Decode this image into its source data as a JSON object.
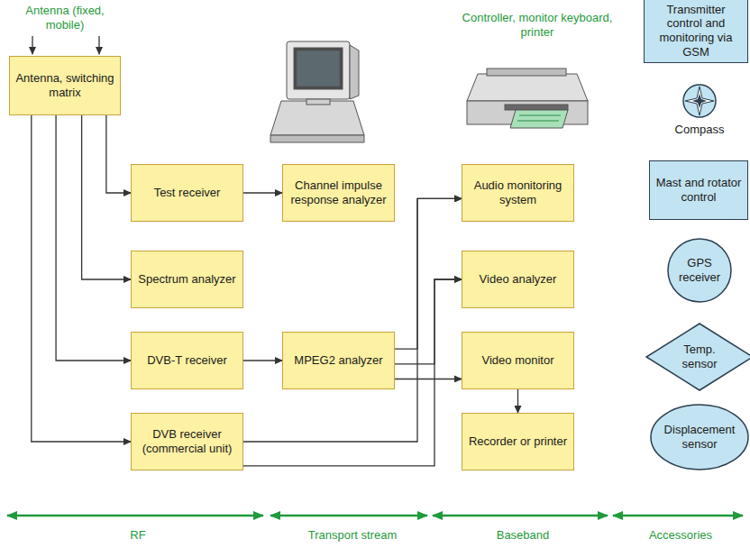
{
  "diagram": {
    "nodes": [
      {
        "text": [
          "Antenna, switching matrix"
        ]
      },
      {
        "text": [
          "Test receiver"
        ]
      },
      {
        "text": [
          "Channel impulse response analyzer"
        ]
      },
      {
        "text": [
          "Audio monitoring system"
        ]
      },
      {
        "text": [
          "Spectrum analyzer"
        ]
      },
      {
        "text": [
          "Video analyzer"
        ]
      },
      {
        "text": [
          "DVB-T receiver"
        ]
      },
      {
        "text": [
          "MPEG2 analyzer"
        ]
      },
      {
        "text": [
          "Video monitor"
        ]
      },
      {
        "text": [
          "DVB receiver (commercial unit)"
        ]
      },
      {
        "text": [
          "Recorder or printer"
        ]
      },
      {
        "text": [
          "Transmitter control and monitoring via GSM"
        ]
      },
      {
        "text": [
          "Mast and rotator control"
        ]
      },
      {
        "text": [
          "GPS receiver"
        ]
      },
      {
        "text": [
          "Temp. sensor"
        ]
      },
      {
        "text": [
          "Displacement sensor"
        ]
      }
    ],
    "edges": [
      {
        "from": 0,
        "to": 1,
        "arrow": "to"
      },
      {
        "from": 0,
        "to": 4,
        "arrow": "to"
      },
      {
        "from": 0,
        "to": 6,
        "arrow": "to"
      },
      {
        "from": 0,
        "to": 9,
        "arrow": "to"
      },
      {
        "from": 1,
        "to": 2,
        "arrow": "to"
      },
      {
        "from": 6,
        "to": 7,
        "arrow": "to"
      },
      {
        "from": 7,
        "to": 3,
        "arrow": "to"
      },
      {
        "from": 7,
        "to": 5,
        "arrow": "to"
      },
      {
        "from": 7,
        "to": 8,
        "arrow": "to"
      },
      {
        "from": 9,
        "to": 3,
        "arrow": "to"
      },
      {
        "from": 9,
        "to": 5,
        "arrow": "to"
      },
      {
        "from": 8,
        "to": 10,
        "arrow": "to"
      }
    ],
    "labels": [
      "Antenna (fixed, mobile)",
      "Controller, monitor keyboard, printer",
      "Compass",
      "RF",
      "Transport stream",
      "Baseband",
      "Accessories"
    ]
  }
}
